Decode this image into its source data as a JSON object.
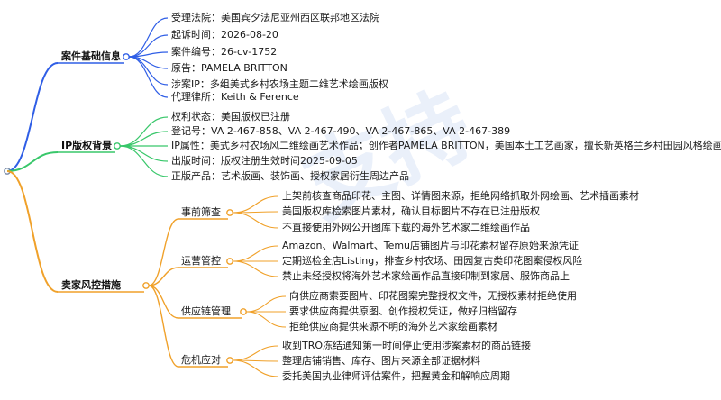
{
  "colors": {
    "blue": "#2f5ee6",
    "green": "#38c76a",
    "orange": "#f0a12a"
  },
  "watermark": "支持",
  "sections": [
    {
      "title": "案件基础信息",
      "color": "blue",
      "items": [
        "受理法院：美国宾夕法尼亚州西区联邦地区法院",
        "起诉时间：2026-08-20",
        "案件编号：26-cv-1752",
        "原告：PAMELA BRITTON",
        "涉案IP：多组美式乡村农场主题二维艺术绘画版权",
        "代理律所：Keith & Ference"
      ]
    },
    {
      "title": "IP版权背景",
      "color": "green",
      "items": [
        "权利状态：美国版权已注册",
        "登记号：VA 2-467-858、VA 2-467-490、VA 2-467-865、VA 2-467-389",
        "IP属性：美式乡村农场风二维绘画艺术作品；创作者PAMELA BRITTON，美国本土工艺画家，擅长新英格兰乡村田园风格绘画",
        "出版时间：版权注册生效时间2025-09-05",
        "正版产品：艺术版画、装饰画、授权家居衍生周边产品"
      ]
    },
    {
      "title": "卖家风控措施",
      "color": "orange",
      "groups": [
        {
          "title": "事前筛查",
          "items": [
            "上架前核查商品印花、主图、详情图来源，拒绝网络抓取外网绘画、艺术插画素材",
            "美国版权库检索图片素材，确认目标图片不存在已注册版权",
            "不直接使用外网公开图库下载的海外艺术家二维绘画作品"
          ]
        },
        {
          "title": "运营管控",
          "items": [
            "Amazon、Walmart、Temu店铺图片与印花素材留存原始来源凭证",
            "定期巡检全店Listing，排查乡村农场、田园复古类印花图案侵权风险",
            "禁止未经授权将海外艺术家绘画作品直接印制到家居、服饰商品上"
          ]
        },
        {
          "title": "供应链管理",
          "items": [
            "向供应商索要图片、印花图案完整授权文件，无授权素材拒绝使用",
            "要求供应商提供原图、创作授权凭证，做好归档留存",
            "拒绝供应商提供来源不明的海外艺术家绘画素材"
          ]
        },
        {
          "title": "危机应对",
          "items": [
            "收到TRO冻结通知第一时间停止使用涉案素材的商品链接",
            "整理店铺销售、库存、图片来源全部证据材料",
            "委托美国执业律师评估案件，把握黄金和解响应周期"
          ]
        }
      ]
    }
  ]
}
